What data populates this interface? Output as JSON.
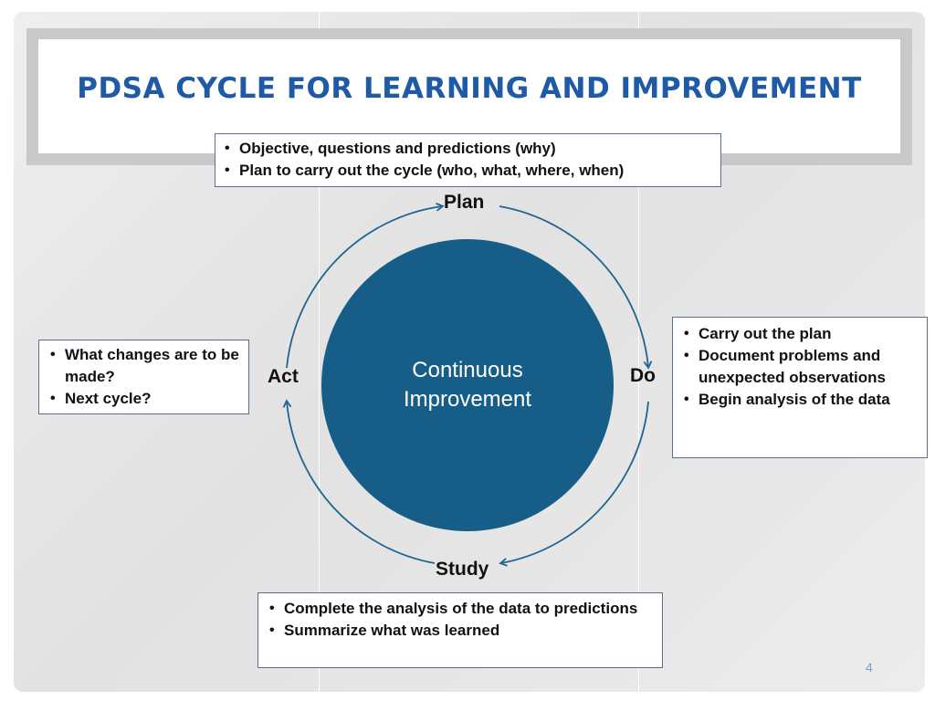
{
  "slide": {
    "title": "PDSA Cycle for Learning and Improvement",
    "page_number": "4"
  },
  "center": {
    "line1": "Continuous",
    "line2": "Improvement",
    "color": "#165e88"
  },
  "stages": {
    "plan": "Plan",
    "do": "Do",
    "study": "Study",
    "act": "Act"
  },
  "boxes": {
    "plan": [
      "Objective, questions and predictions (why)",
      "Plan to carry out the cycle (who, what, where, when)"
    ],
    "do": [
      "Carry out the plan",
      "Document problems and unexpected observations",
      "Begin analysis of the data"
    ],
    "study": [
      "Complete the analysis of the data to predictions",
      "Summarize what was learned"
    ],
    "act": [
      "What changes are to be made?",
      "Next cycle?"
    ]
  },
  "colors": {
    "title": "#1f5aa6",
    "arrow": "#1e6591",
    "box_border": "#5a6f8a"
  }
}
